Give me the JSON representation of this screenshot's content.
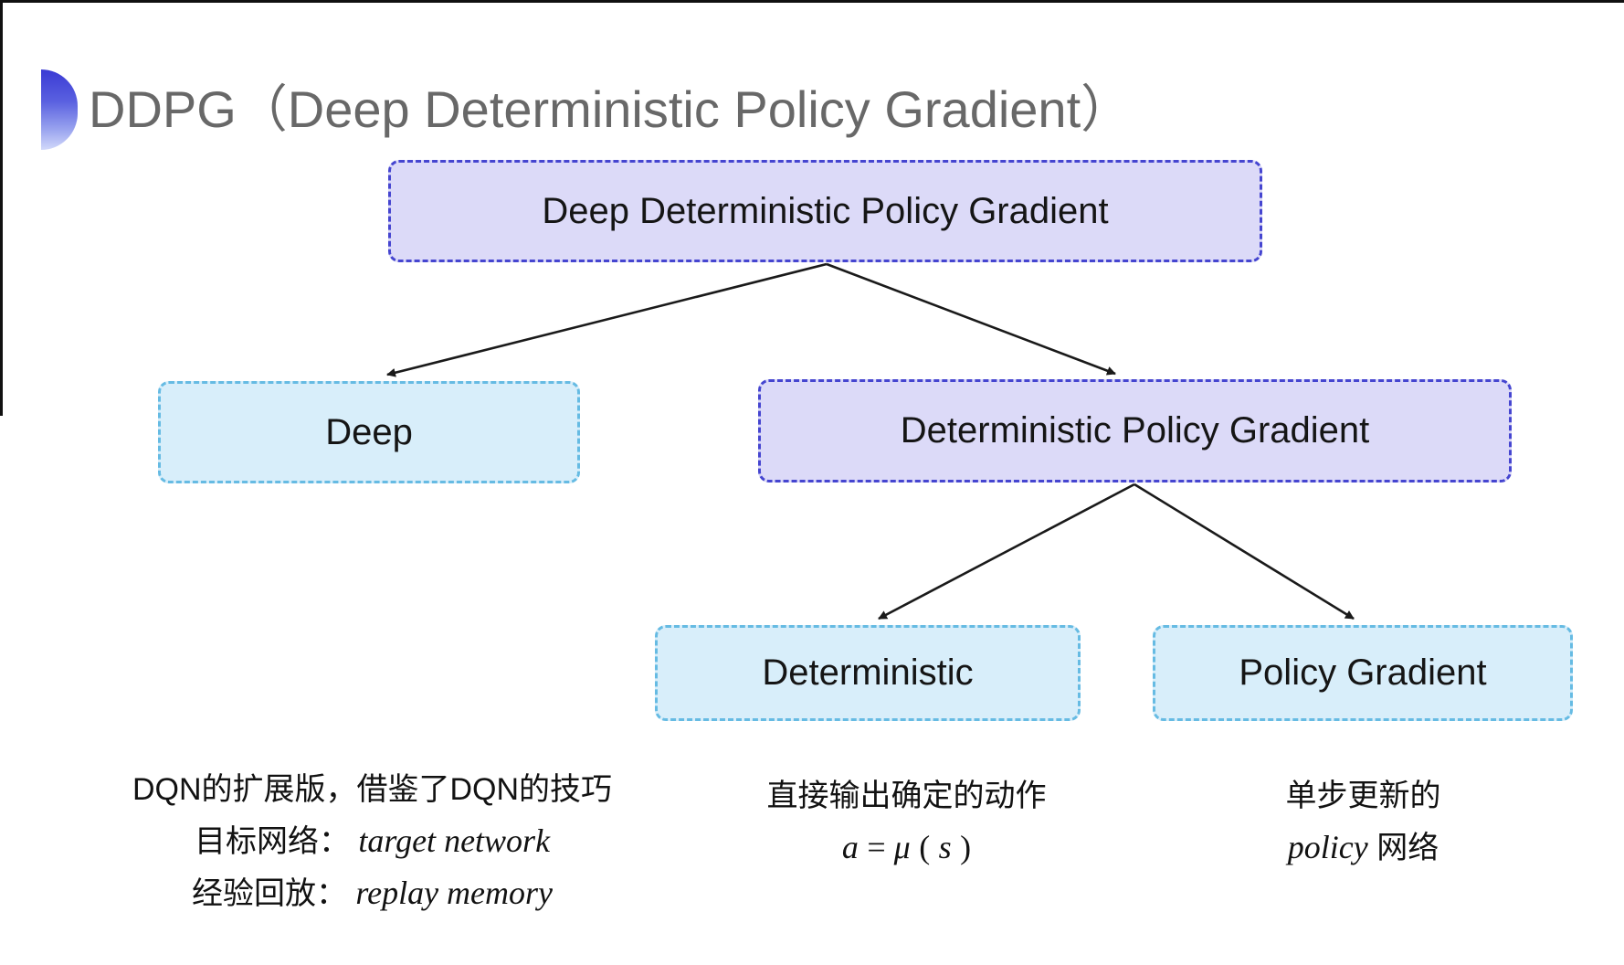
{
  "page": {
    "title": "DDPG（Deep Deterministic Policy Gradient）"
  },
  "colors": {
    "purple_fill": "#dcdaf8",
    "purple_border": "#4545d0",
    "cyan_fill": "#d8eefa",
    "cyan_border": "#66bbe3",
    "title_gray": "#686868",
    "arrow_black": "#1a1a1a",
    "bullet_gradient_top": "#3a3ad4",
    "bullet_gradient_bottom": "#d2d9fa"
  },
  "diagram": {
    "nodes": [
      {
        "id": "ddpg",
        "label": "Deep Deterministic Policy Gradient",
        "style": "purple"
      },
      {
        "id": "deep",
        "label": "Deep",
        "style": "cyan"
      },
      {
        "id": "dpg",
        "label": "Deterministic Policy Gradient",
        "style": "purple"
      },
      {
        "id": "deterministic",
        "label": "Deterministic",
        "style": "cyan"
      },
      {
        "id": "policy-gradient",
        "label": "Policy Gradient",
        "style": "cyan"
      }
    ],
    "edges": [
      {
        "from": "ddpg",
        "to": "deep"
      },
      {
        "from": "ddpg",
        "to": "dpg"
      },
      {
        "from": "dpg",
        "to": "deterministic"
      },
      {
        "from": "dpg",
        "to": "policy-gradient"
      }
    ]
  },
  "notes": {
    "deep": {
      "line1": "DQN的扩展版，借鉴了DQN的技巧",
      "line2_label": "目标网络：",
      "line2_value": "target network",
      "line3_label": "经验回放：",
      "line3_value": "replay memory"
    },
    "deterministic": {
      "line1": "直接输出确定的动作",
      "formula": {
        "a": "a",
        "eq": " = ",
        "mu": "μ",
        "open": "(",
        "s": "s",
        "close": ")"
      }
    },
    "policy_gradient": {
      "line1": "单步更新的",
      "line2_italic": "policy",
      "line2_rest": " 网络"
    }
  }
}
